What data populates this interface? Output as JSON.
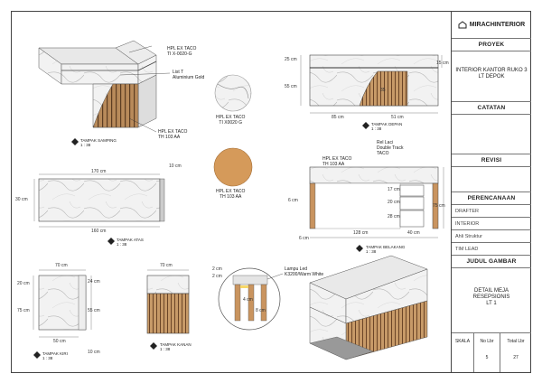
{
  "title_block": {
    "company": "MIRACHINTERIOR",
    "project_header": "PROYEK",
    "project_name_1": "INTERIOR KANTOR RUKO 3",
    "project_name_2": "LT DEPOK",
    "notes_header": "CATATAN",
    "revision_header": "REVISI",
    "planning_header": "PERENCANAAN",
    "roles": [
      "DRAFTER",
      "INTERIOR",
      "Ahli Struktur",
      "TIM LEAD"
    ],
    "drawing_title_header": "JUDUL GAMBAR",
    "drawing_title_1": "DETAIL MEJA",
    "drawing_title_2": "RESEPSIONIS",
    "drawing_title_3": "LT 1",
    "scale_label": "SKALA",
    "sheet_no_label": "No Lbr",
    "total_sheets_label": "Total Lbr",
    "sheet_no": "5",
    "total_sheets": "27"
  },
  "materials": {
    "marble_label_1": "HPL EX TACO",
    "marble_label_2": "TI X0020 G",
    "wood_label_1": "HPL EX TACO",
    "wood_label_2": "TH 103 AA"
  },
  "side_view": {
    "label_top_1": "HPL EX TACO",
    "label_top_2": "TI X-0020-G",
    "label_mid_1": "List T",
    "label_mid_2": "Aluminium Gold",
    "label_bot_1": "HPL EX TACO",
    "label_bot_2": "TH 103 AA",
    "view_name": "TAMPAK SAMPING",
    "scale": "1 : 38"
  },
  "front_view": {
    "dims": [
      "25 cm",
      "55 cm",
      "15 cm",
      "85 cm",
      "51 cm",
      "35"
    ],
    "view_name": "TAMPAK DEPAN",
    "scale": "1 : 38"
  },
  "top_view": {
    "dims": [
      "170 cm",
      "10 cm",
      "30 cm",
      "160 cm"
    ],
    "view_name": "TAMPAK ATAS",
    "scale": "1 : 38"
  },
  "back_view": {
    "label_drawer_1": "Rel Laci",
    "label_drawer_2": "Double Track",
    "label_drawer_3": "TACO",
    "label_hpl_1": "HPL EX TACO",
    "label_hpl_2": "TH 103 AA",
    "dims": [
      "17 cm",
      "20 cm",
      "28 cm",
      "75 cm",
      "6 cm",
      "6 cm",
      "128 cm",
      "40 cm"
    ],
    "view_name": "TAMPAK BELAKANG",
    "scale": "1 : 38"
  },
  "left_view": {
    "dims": [
      "70 cm",
      "20 cm",
      "24 cm",
      "75 cm",
      "55 cm",
      "50 cm",
      "10 cm"
    ],
    "view_name": "TAMPAK KIRI",
    "scale": "1 : 38"
  },
  "right_view": {
    "dims": [
      "70 cm"
    ],
    "view_name": "TAMPAK KANAN",
    "scale": "1 : 38"
  },
  "detail": {
    "dims": [
      "2 cm",
      "2 cm",
      "4 cm",
      "8 cm"
    ],
    "label_1": "Lampu Led",
    "label_2": "K3200/Warm White"
  }
}
